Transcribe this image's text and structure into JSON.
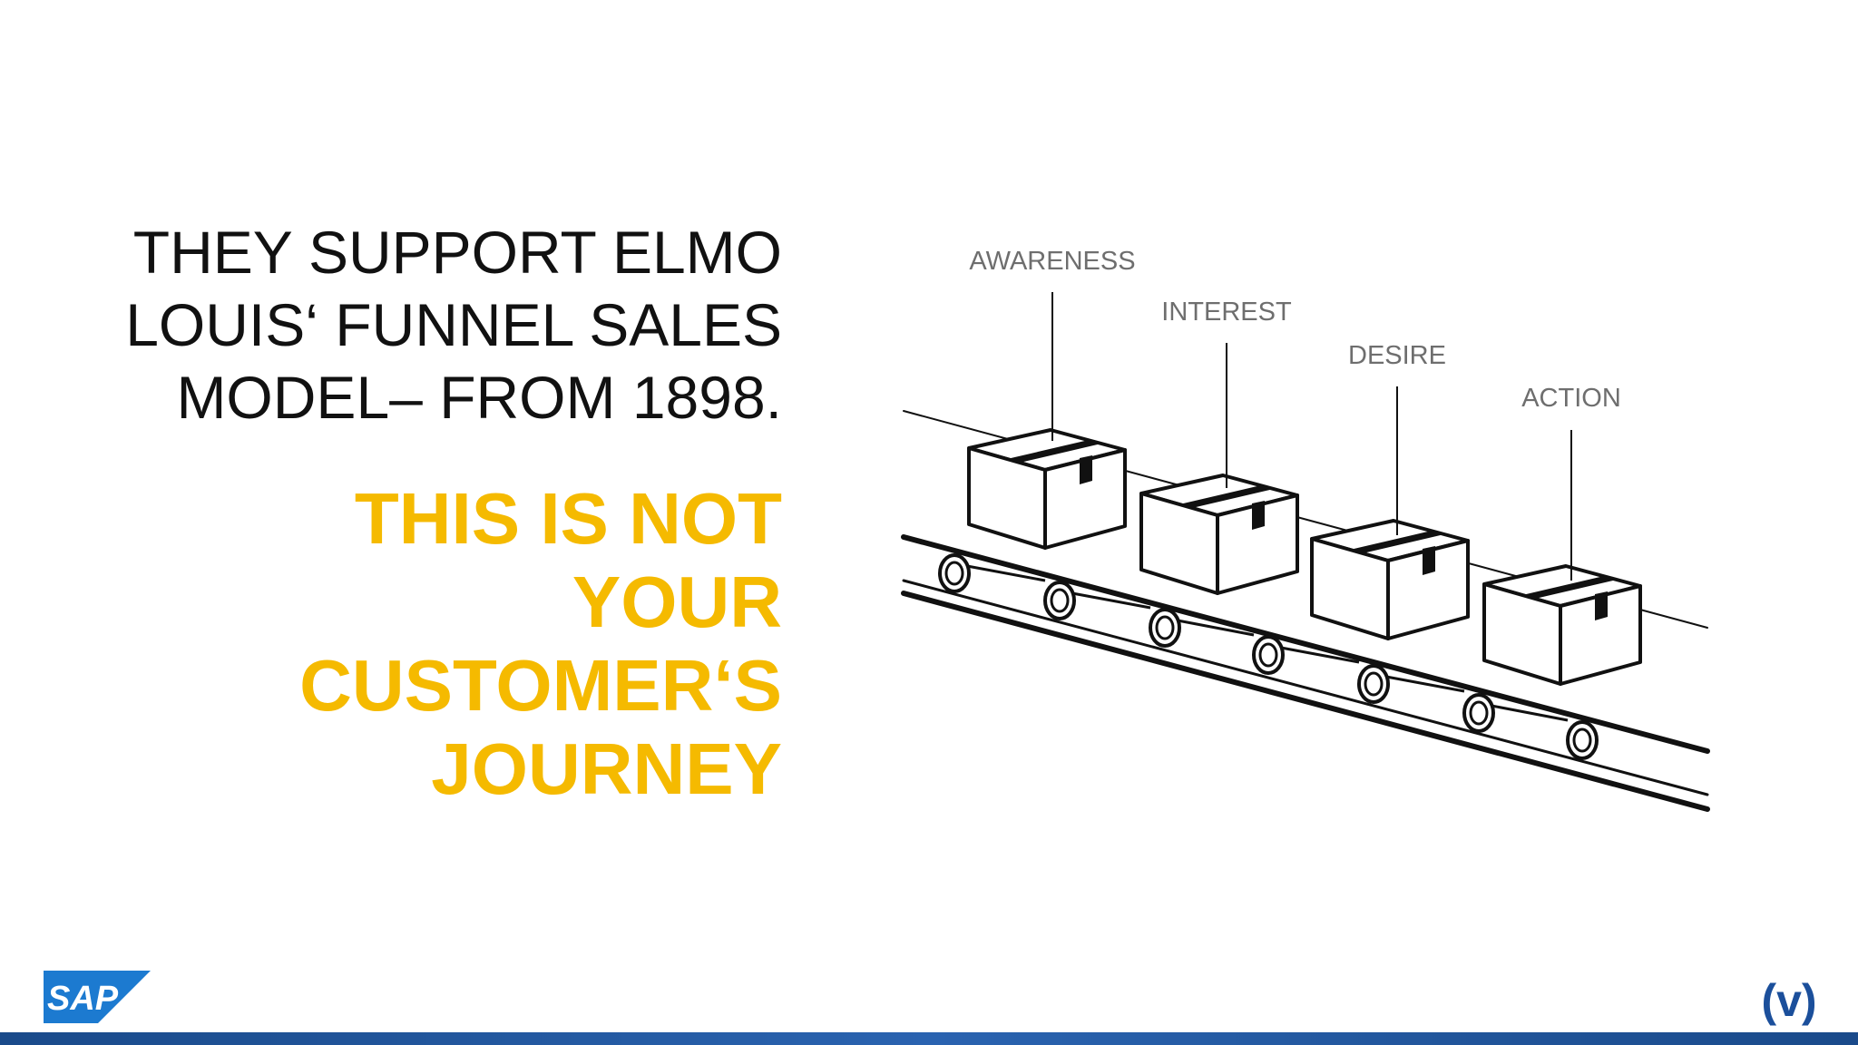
{
  "slide": {
    "headline_lines": [
      "THEY SUPPORT ELMO",
      "LOUIS‘ FUNNEL SALES",
      "MODEL– FROM 1898."
    ],
    "callout_lines": [
      "THIS IS NOT",
      "YOUR",
      "CUSTOMER‘S",
      "JOURNEY"
    ],
    "stages": [
      "AWARENESS",
      "INTEREST",
      "DESIRE",
      "ACTION"
    ]
  },
  "logos": {
    "left": "SAP",
    "right": "(v)"
  },
  "colors": {
    "headline": "#111111",
    "callout": "#F5BA00",
    "stage_label": "#6E6E6E",
    "line_art": "#111111",
    "sap_blue": "#1C7AD0",
    "bottom_bar": "#1A4A8A",
    "partner_logo": "#1B4F9B"
  },
  "icons": [
    "conveyor-belt-icon",
    "box-icon",
    "sap-logo",
    "partner-logo"
  ]
}
